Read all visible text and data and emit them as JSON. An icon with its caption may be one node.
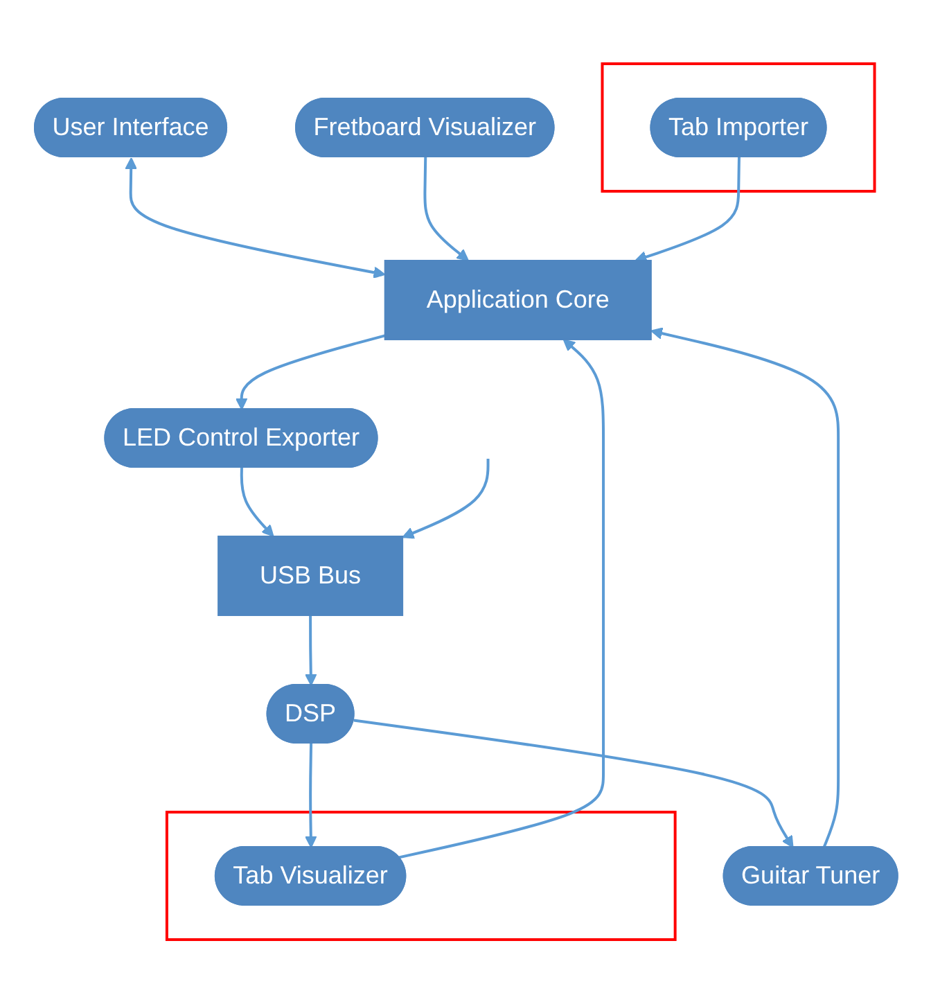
{
  "diagram": {
    "nodes": [
      {
        "text": [
          "User Interface"
        ]
      },
      {
        "text": [
          "Fretboard Visualizer"
        ]
      },
      {
        "text": [
          "Application Core"
        ]
      },
      {
        "text": [],
        "shape": "box"
      },
      {
        "text": [
          "Tab Importer"
        ],
        "in": 3
      },
      {
        "text": [],
        "shape": "box"
      },
      {
        "text": [
          "Tab Visualizer"
        ],
        "in": 5
      },
      {
        "text": [
          "LED Control Exporter"
        ]
      },
      {
        "text": [
          "Guitar Tuner"
        ]
      },
      {
        "text": [
          "USB Bus"
        ]
      },
      {
        "text": [
          "DSP"
        ]
      }
    ],
    "edges": [
      {
        "from": 0,
        "to": 2,
        "arrow": "both"
      },
      {
        "from": 1,
        "to": 2,
        "arrow": "to"
      },
      {
        "from": 4,
        "to": 2,
        "arrow": "to"
      },
      {
        "from": 6,
        "to": 2,
        "arrow": "to"
      },
      {
        "from": 8,
        "to": 2,
        "arrow": "to"
      },
      {
        "from": 2,
        "to": 7,
        "arrow": "to"
      },
      {
        "from": 7,
        "to": 9,
        "arrow": "to"
      },
      {
        "from": null,
        "to": 9,
        "arrow": "to"
      },
      {
        "from": 9,
        "to": 10,
        "arrow": "to"
      },
      {
        "from": 10,
        "to": 6,
        "arrow": "to"
      },
      {
        "from": 10,
        "to": 8,
        "arrow": "to"
      }
    ]
  }
}
